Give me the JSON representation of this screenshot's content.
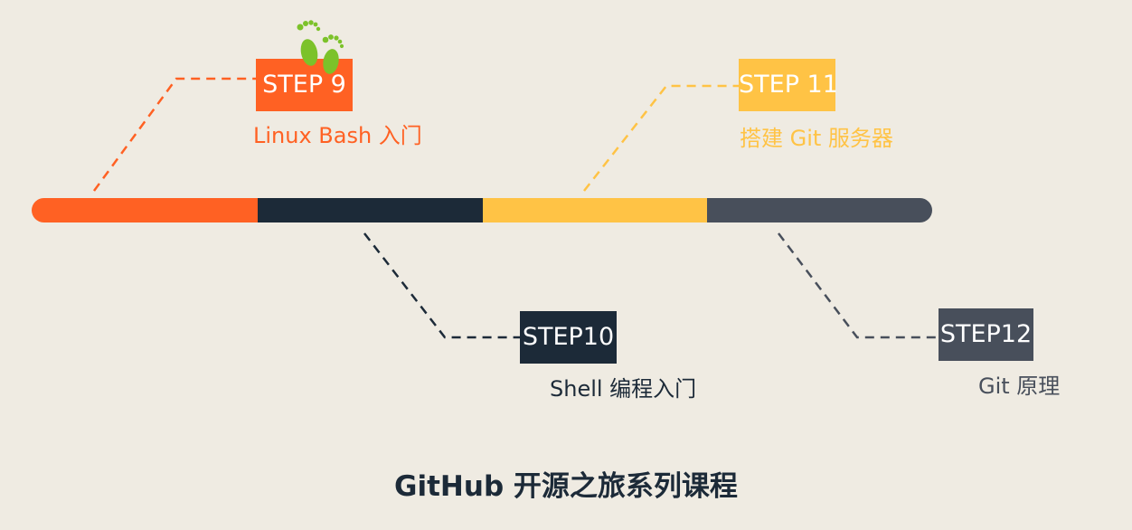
{
  "title": "GitHub 开源之旅系列课程",
  "steps": [
    {
      "label": "STEP 9",
      "caption": "Linux Bash 入门",
      "color": "#ff6123"
    },
    {
      "label": "STEP10",
      "caption": "Shell 编程入门",
      "color": "#1c2a38"
    },
    {
      "label": "STEP 11",
      "caption": "搭建 Git 服务器",
      "color": "#ffc345"
    },
    {
      "label": "STEP12",
      "caption": "Git 原理",
      "color": "#484f5b"
    }
  ],
  "current_step_icon": "footprints-icon"
}
